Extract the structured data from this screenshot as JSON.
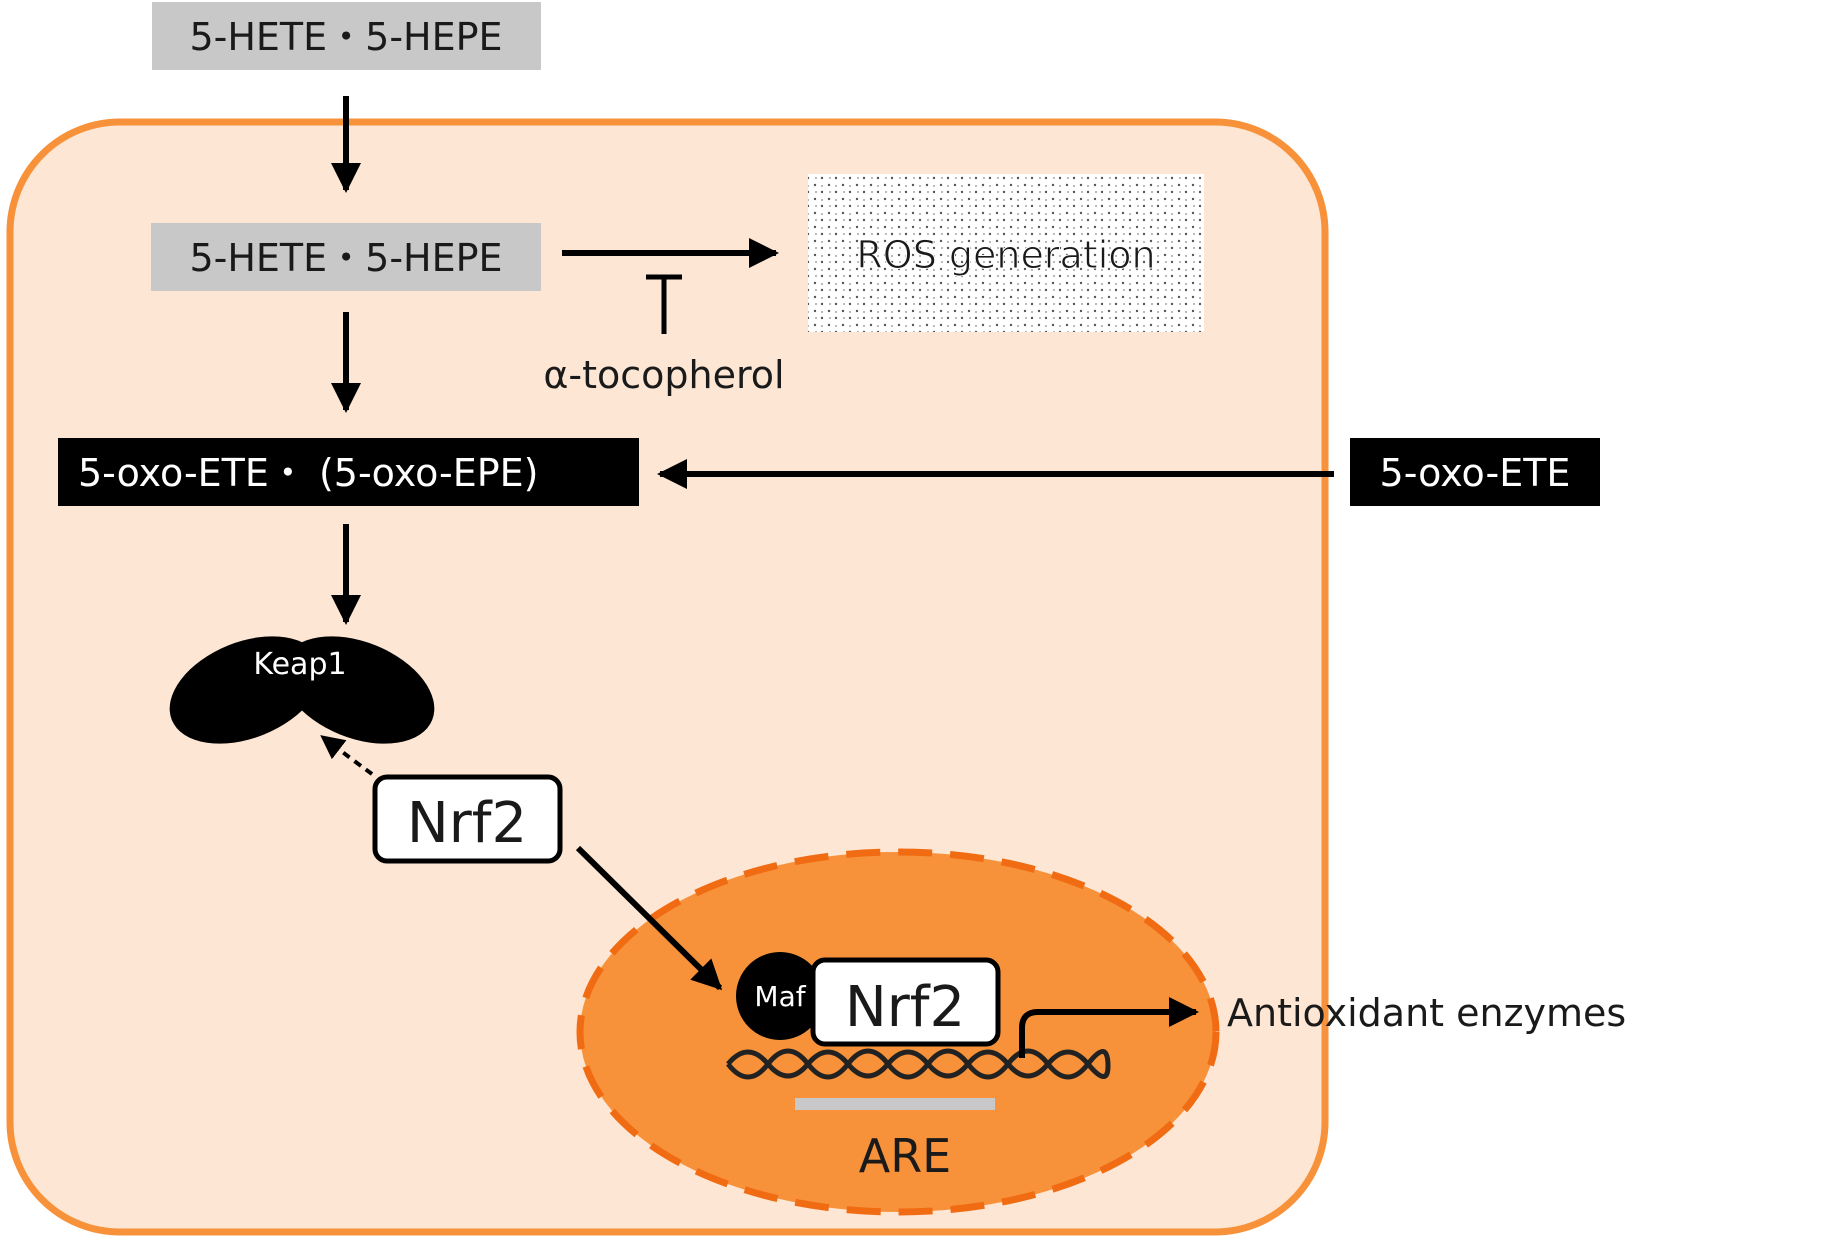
{
  "colors": {
    "cell_fill": "#FDE6D3",
    "cell_border": "#F7923B",
    "nucleus_fill": "#F7923B",
    "nucleus_border": "#F06B12",
    "gray_box": "#C8C8C8",
    "black_box": "#000000",
    "text_dark": "#1A1A1A",
    "text_light": "#FFFFFF"
  },
  "labels": {
    "extracellular_hete_hepe": "5-HETE・5-HEPE",
    "intracellular_hete_hepe": "5-HETE・5-HEPE",
    "ros_generation": "ROS generation",
    "alpha_tocopherol": "α-tocopherol",
    "oxo_ete_epe": "5-oxo-ETE・ (5-oxo-EPE)",
    "extracellular_oxo_ete": "5-oxo-ETE",
    "keap1": "Keap1",
    "nrf2_cytoplasm": "Nrf2",
    "maf": "Maf",
    "nrf2_nucleus": "Nrf2",
    "are": "ARE",
    "antioxidant_enzymes": "Antioxidant enzymes"
  },
  "icons": {
    "inhibition": "t-bar-inhibit-icon",
    "dna": "dna-helix-icon",
    "ros_pattern": "dotted-pattern-icon"
  }
}
